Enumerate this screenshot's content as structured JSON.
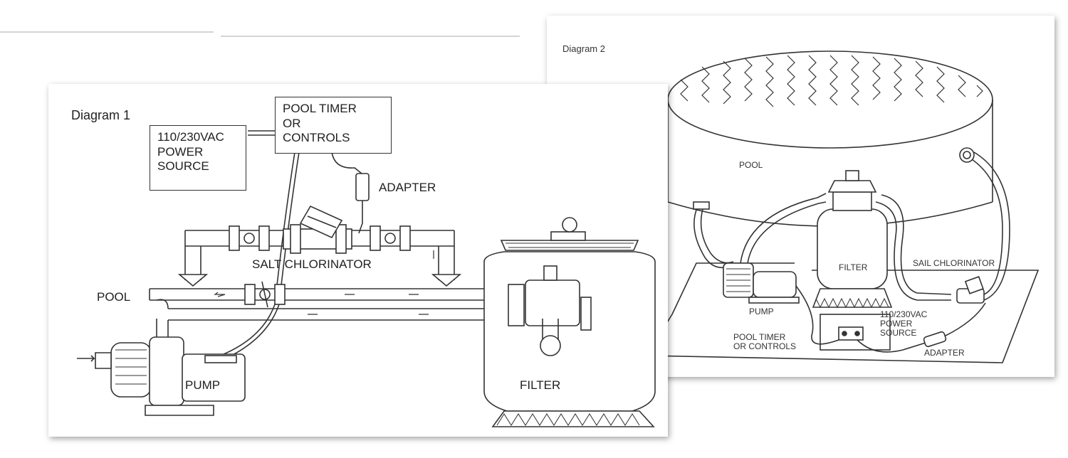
{
  "diagram1": {
    "title": "Diagram 1",
    "power_source": "110/230VAC\nPOWER\nSOURCE",
    "pool_timer": "POOL TIMER\nOR\nCONTROLS",
    "adapter": "ADAPTER",
    "salt_chlorinator": "SALT CHLORINATOR",
    "pool": "POOL",
    "pump": "PUMP",
    "filter": "FILTER"
  },
  "diagram2": {
    "title": "Diagram 2",
    "pool": "POOL",
    "filter": "FILTER",
    "chlorinator": "SAIL CHLORINATOR",
    "pump": "PUMP",
    "power_source": "110/230VAC\nPOWER\nSOURCE",
    "pool_timer": "POOL TIMER\nOR CONTROLS",
    "adapter": "ADAPTER"
  },
  "colors": {
    "line": "#333333",
    "panel": "#ffffff",
    "shadow": "#999999"
  }
}
